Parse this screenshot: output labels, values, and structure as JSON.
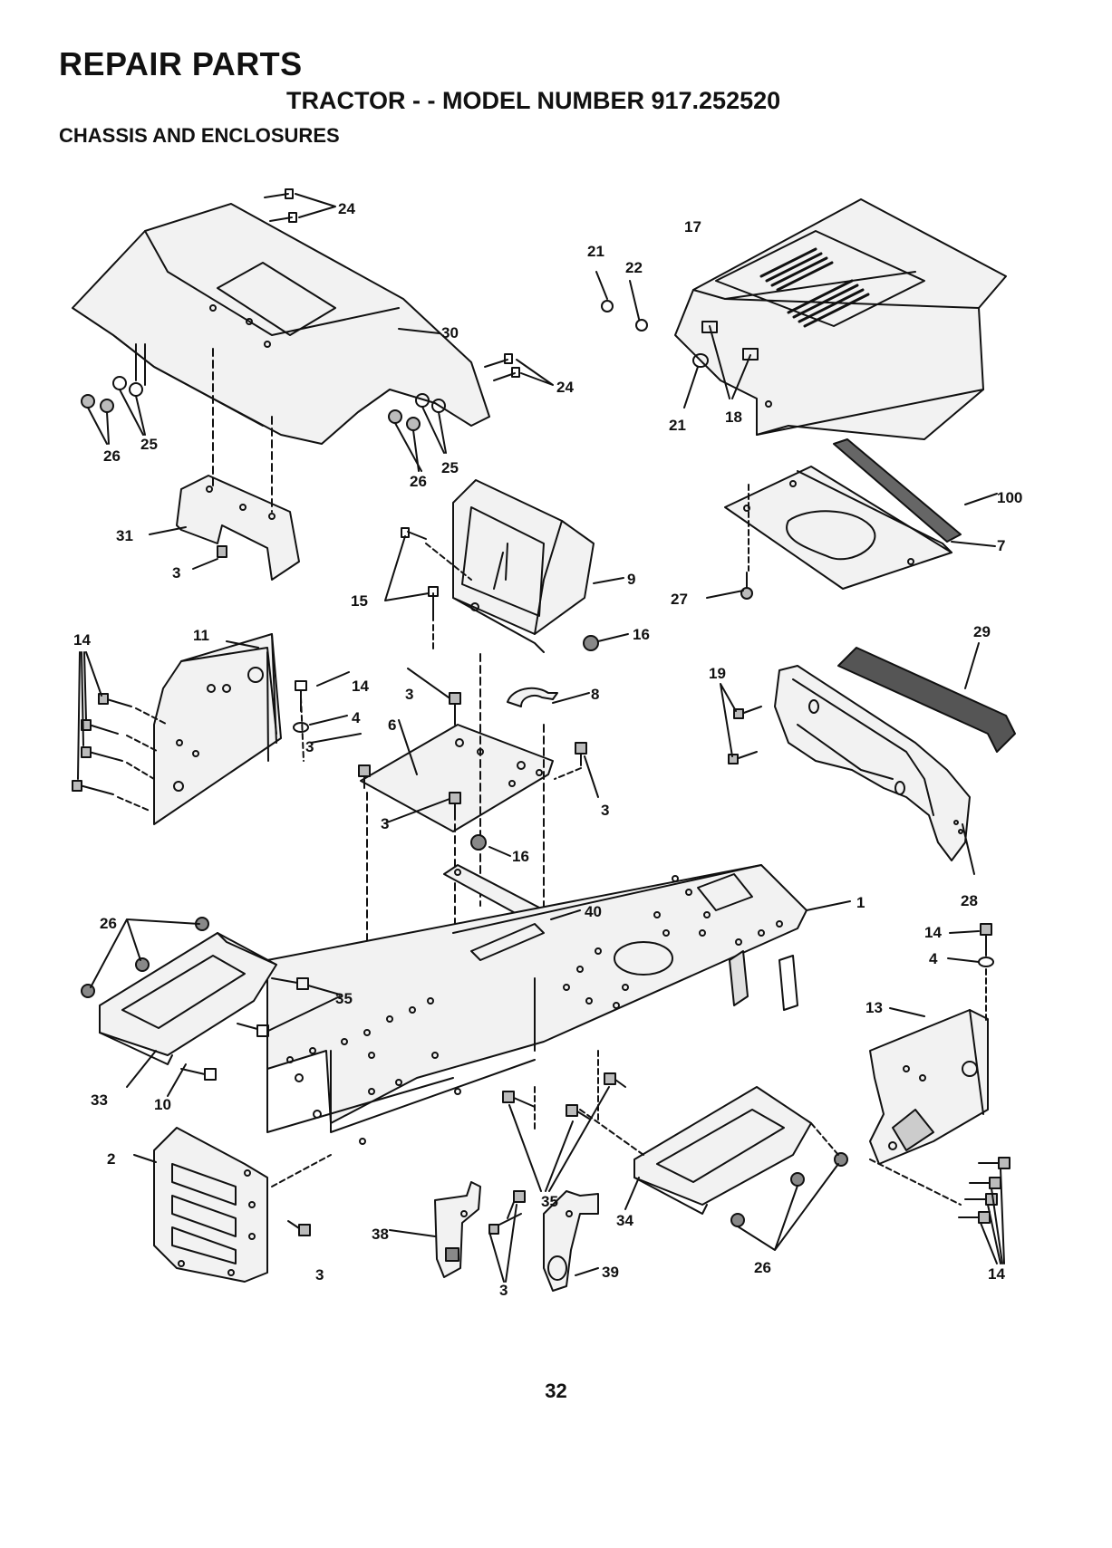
{
  "header": {
    "title": "REPAIR PARTS",
    "model_line": "TRACTOR - - MODEL NUMBER 917.252520",
    "section": "CHASSIS AND ENCLOSURES"
  },
  "callouts": {
    "c24a": "24",
    "c30": "30",
    "c24b": "24",
    "c25a": "25",
    "c26a": "26",
    "c25b": "25",
    "c26b": "26",
    "c21a": "21",
    "c22": "22",
    "c17": "17",
    "c21b": "21",
    "c18": "18",
    "c100": "100",
    "c7": "7",
    "c27": "27",
    "c31": "31",
    "c3a": "3",
    "c15": "15",
    "c9": "9",
    "c16a": "16",
    "c14a": "14",
    "c11": "11",
    "c14b": "14",
    "c4a": "4",
    "c3b": "3",
    "c6": "6",
    "c3c": "3",
    "c8": "8",
    "c3d": "3",
    "c3e": "3",
    "c16b": "16",
    "c19": "19",
    "c29": "29",
    "c28": "28",
    "c40": "40",
    "c1": "1",
    "c26c": "26",
    "c35a": "35",
    "c33": "33",
    "c10": "10",
    "c14c": "14",
    "c4b": "4",
    "c13": "13",
    "c2": "2",
    "c3f": "3",
    "c35b": "35",
    "c38": "38",
    "c3g": "3",
    "c39": "39",
    "c34": "34",
    "c26d": "26",
    "c14d": "14"
  },
  "page_number": "32"
}
